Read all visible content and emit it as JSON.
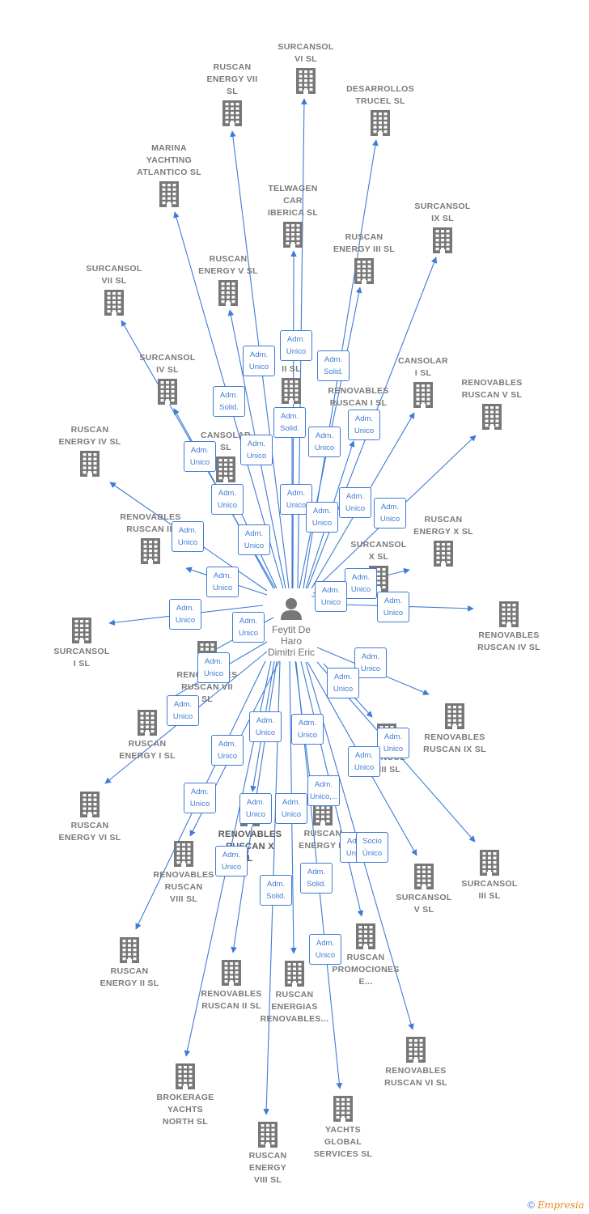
{
  "person": {
    "name": "Feytit De\nHaro\nDimitri Eric"
  },
  "companies": [
    {
      "id": "surcansol-vi",
      "name": "SURCANSOL\nVI  SL"
    },
    {
      "id": "ruscan-energy-vii",
      "name": "RUSCAN\nENERGY VII\nSL"
    },
    {
      "id": "desarrollos-trucel",
      "name": "DESARROLLOS\nTRUCEL  SL"
    },
    {
      "id": "marina-yachting",
      "name": "MARINA\nYACHTING\nATLANTICO  SL"
    },
    {
      "id": "telwagen",
      "name": "TELWAGEN\nCAR\nIBERICA  SL"
    },
    {
      "id": "surcansol-ix",
      "name": "SURCANSOL\nIX  SL"
    },
    {
      "id": "ruscan-energy-iii",
      "name": "RUSCAN\nENERGY III  SL"
    },
    {
      "id": "ruscan-energy-v",
      "name": "RUSCAN\nENERGY V  SL"
    },
    {
      "id": "surcansol-vii",
      "name": "SURCANSOL\nVII  SL"
    },
    {
      "id": "surcansol-ii",
      "name": "II  SL"
    },
    {
      "id": "surcansol-iv",
      "name": "SURCANSOL\nIV  SL"
    },
    {
      "id": "cansolar-i",
      "name": "CANSOLAR\nI  SL"
    },
    {
      "id": "renovables-ruscan-v",
      "name": "RENOVABLES\nRUSCAN V  SL"
    },
    {
      "id": "renovables-ruscan-i",
      "name": "RENOVABLES\nRUSCAN I  SL"
    },
    {
      "id": "ruscan-energy-iv",
      "name": "RUSCAN\nENERGY IV  SL"
    },
    {
      "id": "cansolar-ii",
      "name": "CANSOLAR\nSL"
    },
    {
      "id": "renovables-ruscan-iii",
      "name": "RENOVABLES\nRUSCAN III"
    },
    {
      "id": "ruscan-energy-x",
      "name": "RUSCAN\nENERGY X  SL"
    },
    {
      "id": "surcansol-x",
      "name": "SURCANSOL\nX  SL"
    },
    {
      "id": "surcansol-i",
      "name": "SURCANSOL\nI  SL"
    },
    {
      "id": "renovables-ruscan-iv",
      "name": "RENOVABLES\nRUSCAN IV  SL"
    },
    {
      "id": "renovables-ruscan-vii",
      "name": "RENOVABLES\nRUSCAN VII\nSL"
    },
    {
      "id": "renovables-ruscan-ix",
      "name": "RENOVABLES\nRUSCAN IX  SL"
    },
    {
      "id": "ruscan-energy-i",
      "name": "RUSCAN\nENERGY I  SL"
    },
    {
      "id": "cansolar-viii",
      "name": "CANSOL\nVIII  SL"
    },
    {
      "id": "ruscan-energy-vi",
      "name": "RUSCAN\nENERGY VI  SL"
    },
    {
      "id": "renovables-ruscan-x",
      "name": "RENOVABLES\nRUSCAN X\nL"
    },
    {
      "id": "ruscan-energy-ix",
      "name": "RUSCAN\nENERGY IX"
    },
    {
      "id": "surcansol-iii",
      "name": "SURCANSOL\nIII  SL"
    },
    {
      "id": "renovables-ruscan-viii",
      "name": "RENOVABLES\nRUSCAN\nVIII  SL"
    },
    {
      "id": "surcansol-v",
      "name": "SURCANSOL\nV  SL"
    },
    {
      "id": "ruscan-energy-ii",
      "name": "RUSCAN\nENERGY II  SL"
    },
    {
      "id": "renovables-ruscan-ii",
      "name": "RENOVABLES\nRUSCAN II  SL"
    },
    {
      "id": "ruscan-energias",
      "name": "RUSCAN\nENERGIAS\nRENOVABLES..."
    },
    {
      "id": "ruscan-promociones",
      "name": "RUSCAN\nPROMOCIONES\nE..."
    },
    {
      "id": "renovables-ruscan-vi",
      "name": "RENOVABLES\nRUSCAN VI  SL"
    },
    {
      "id": "brokerage-yachts",
      "name": "BROKERAGE\nYACHTS\nNORTH  SL"
    },
    {
      "id": "yachts-global",
      "name": "YACHTS\nGLOBAL\nSERVICES  SL"
    },
    {
      "id": "ruscan-energy-viii",
      "name": "RUSCAN\nENERGY\nVIII  SL"
    }
  ],
  "edge_labels": [
    "Adm.\nUnico",
    "Adm.\nUnico",
    "Adm.\nSolid.",
    "Adm.\nSolid.",
    "Adm.\nSolid.",
    "Adm.\nUnico",
    "Adm.\nUnico",
    "Adm.\nUnico",
    "Adm.\nUnico",
    "Adm.\nUnico",
    "Adm.\nUnico",
    "Adm.\nUnico",
    "Adm.\nUnico",
    "Adm.\nUnico",
    "Adm.\nUnico",
    "Adm.\nUnico",
    "Adm.\nUnico",
    "Adm.\nUnico",
    "Adm.\nUnico",
    "Adm.\nUnico",
    "Adm.\nUnico",
    "Adm.\nUnico",
    "Adm.\nUnico",
    "Adm.\nUnico",
    "Adm.\nUnico",
    "Adm.\nUnico",
    "Adm.\nUnico",
    "Adm.\nUnico",
    "Adm.\nUnico",
    "Adm.\nUnico",
    "Adm.\nUnico",
    "Adm.\nUnico",
    "Adm.\nUnico,...",
    "Adm.\nUnico",
    "Adm.\nUnico",
    "Adm.\nUnico",
    "Adm.\nSolid.",
    "Adm.\nSolid.",
    "Adm.\nUnico",
    "Adm.\nUnico",
    "Socio\nÚnico"
  ],
  "credit": {
    "copyright": "©",
    "brand": "Empresia"
  },
  "colors": {
    "edge": "#3f7bd6",
    "icon": "#777777",
    "text": "#7a7a7a"
  }
}
